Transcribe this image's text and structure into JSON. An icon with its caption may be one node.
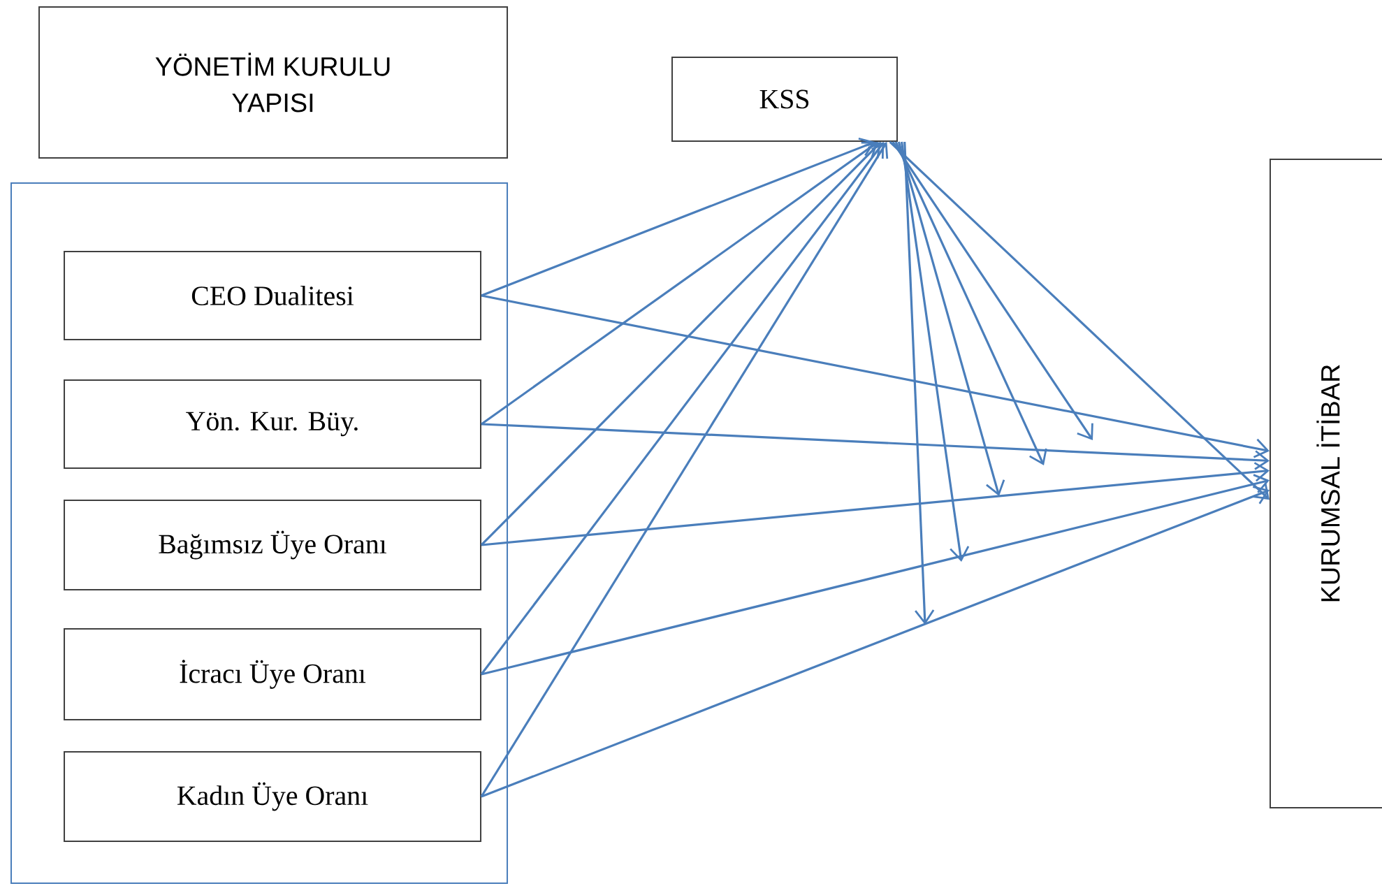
{
  "diagram": {
    "nodes": [
      {
        "text": [
          "YÖNETİM KURULU YAPISI"
        ]
      },
      {
        "text": [],
        "shape": "box"
      },
      {
        "text": [
          "CEO Dualitesi"
        ],
        "in": 1
      },
      {
        "text": [
          "Yön. Kur. Büy."
        ],
        "in": 1
      },
      {
        "text": [
          "Bağımsız Üye Oranı"
        ],
        "in": 1
      },
      {
        "text": [
          "İcracı Üye Oranı"
        ],
        "in": 1
      },
      {
        "text": [
          "Kadın Üye Oranı"
        ],
        "in": 1
      },
      {
        "text": [
          "KSS"
        ]
      },
      {
        "text": [
          "KURUMSAL İTİBAR"
        ]
      }
    ],
    "edges": [
      {
        "from": 2,
        "to": 7,
        "arrow": "to"
      },
      {
        "from": 3,
        "to": 7,
        "arrow": "to"
      },
      {
        "from": 4,
        "to": 7,
        "arrow": "to"
      },
      {
        "from": 5,
        "to": 7,
        "arrow": "to"
      },
      {
        "from": 6,
        "to": 7,
        "arrow": "to"
      },
      {
        "from": 2,
        "to": 8,
        "arrow": "to"
      },
      {
        "from": 3,
        "to": 8,
        "arrow": "to"
      },
      {
        "from": 4,
        "to": 8,
        "arrow": "to"
      },
      {
        "from": 5,
        "to": 8,
        "arrow": "to"
      },
      {
        "from": 6,
        "to": 8,
        "arrow": "to"
      },
      {
        "from": 7,
        "to": 8,
        "arrow": "to"
      },
      {
        "from": 7,
        "to": null,
        "arrow": "to"
      },
      {
        "from": 7,
        "to": null,
        "arrow": "to"
      },
      {
        "from": 7,
        "to": null,
        "arrow": "to"
      },
      {
        "from": 7,
        "to": null,
        "arrow": "to"
      },
      {
        "from": 7,
        "to": null,
        "arrow": "to"
      }
    ]
  }
}
